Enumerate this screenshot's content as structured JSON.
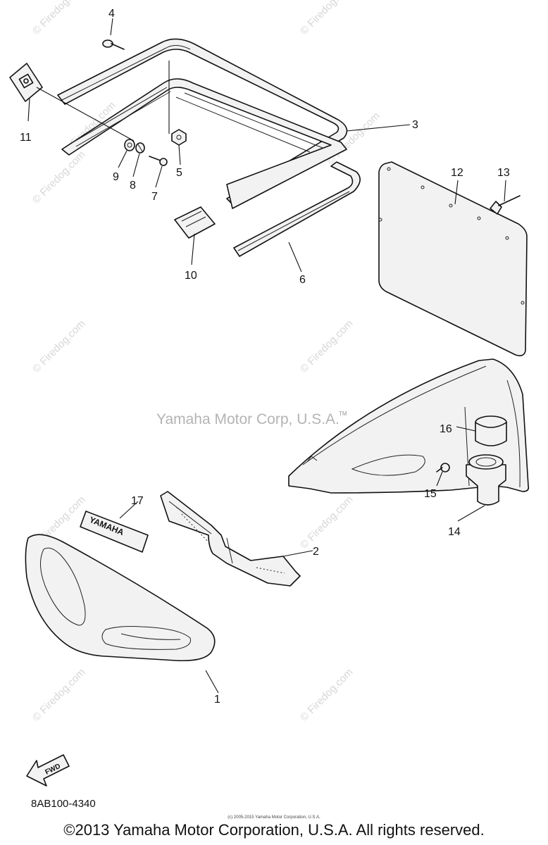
{
  "watermark": {
    "text": "© Firedog.com",
    "center_text": "Yamaha Motor Corp, U.S.A.",
    "tm": "TM"
  },
  "callouts": {
    "c1": "1",
    "c2": "2",
    "c3": "3",
    "c4": "4",
    "c5": "5",
    "c6": "6",
    "c7": "7",
    "c8": "8",
    "c9": "9",
    "c10": "10",
    "c11": "11",
    "c12": "12",
    "c13": "13",
    "c14": "14",
    "c15": "15",
    "c16": "16",
    "c17": "17"
  },
  "decal_text": "YAMAHA",
  "fwd_label": "FWD",
  "diagram_code": "8AB100-4340",
  "small_copyright": "(c) 2005-2015 Yamaha Motor Corporation, U.S.A.",
  "copyright": "©2013 Yamaha Motor Corporation, U.S.A. All rights reserved.",
  "colors": {
    "line": "#111111",
    "watermark": "#d7d7d7",
    "background": "#ffffff"
  }
}
